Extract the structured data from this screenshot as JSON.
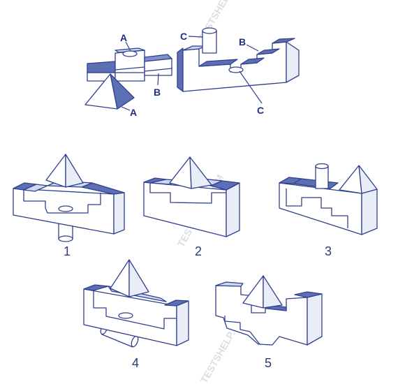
{
  "labels": {
    "a1": "A",
    "a2": "A",
    "b1": "B",
    "b2": "B",
    "c1": "C",
    "c2": "C"
  },
  "options": [
    "1",
    "2",
    "3",
    "4",
    "5"
  ],
  "watermarks": [
    "TESTSHELP.COM",
    "TESTSHELP.COM",
    "TESTSHELP.COM"
  ],
  "colors": {
    "outline": "#2f3f8f",
    "top_face": "#5c6fb4",
    "side_face": "#e8edf8",
    "label": "#1e2f86"
  }
}
